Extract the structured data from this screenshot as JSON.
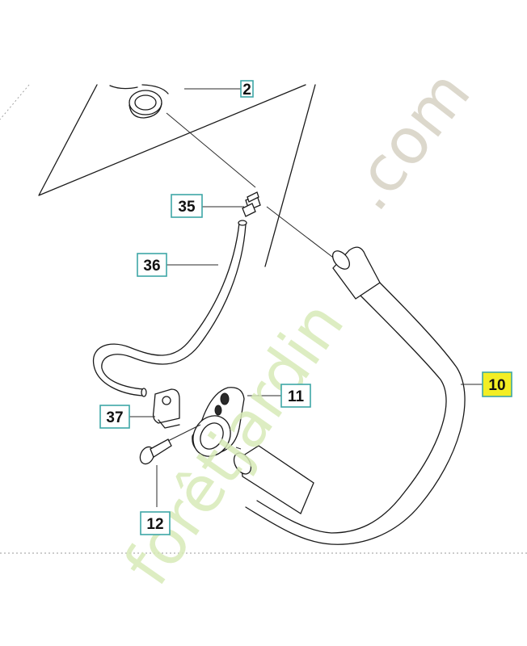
{
  "watermark": {
    "part1": "forêtjardin",
    "part2": ".com",
    "color_green": "#d8ebb8",
    "color_grey": "#d9d4c7"
  },
  "callouts": {
    "c2": "2",
    "c35": "35",
    "c36": "36",
    "c11": "11",
    "c37": "37",
    "c12": "12",
    "c10": "10"
  },
  "colors": {
    "callout_border": "#3ea6a6",
    "highlight": "#f3ee24"
  }
}
